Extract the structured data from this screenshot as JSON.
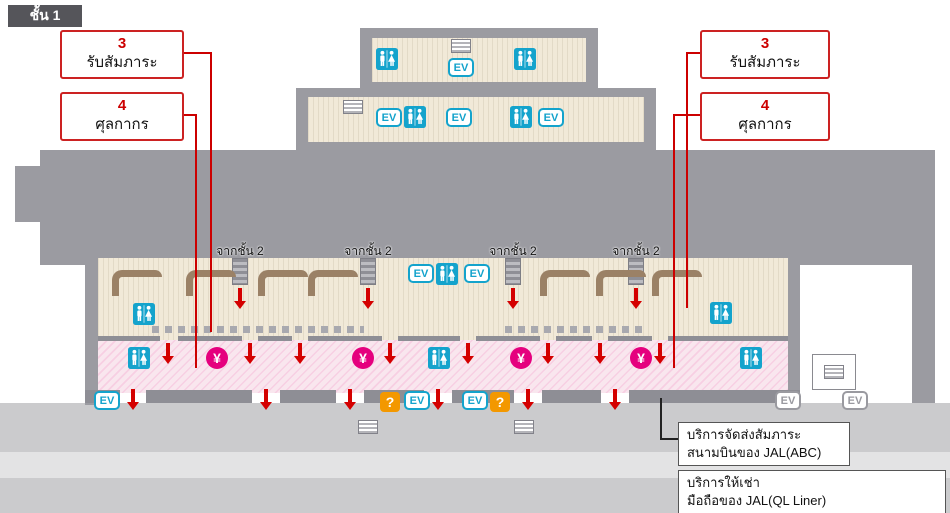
{
  "floor_badge": {
    "label": "ชั้น 1"
  },
  "legend": {
    "baggage_claim": {
      "number": "3",
      "label": "รับสัมภาระ"
    },
    "customs": {
      "number": "4",
      "label": "ศุลกากร"
    }
  },
  "map": {
    "from_floor_2": "จากชั้น 2"
  },
  "icons": {
    "elevator": "EV",
    "currency_exchange": "¥",
    "information": "?"
  },
  "info_boxes": {
    "baggage_delivery": {
      "line1": "บริการจัดส่งสัมภาระ",
      "line2": "สนามบินของ JAL(ABC)"
    },
    "phone_rental": {
      "line1": "บริการให้เช่า",
      "line2": "มือถือของ JAL(QL Liner)"
    }
  },
  "colors": {
    "accent_red": "#cc0000",
    "icon_blue": "#14a3cc",
    "currency_pink": "#e5007e",
    "info_orange": "#f39800",
    "building_gray": "#9b9ba1",
    "hall_cream": "#f1e9d8",
    "lobby_pink": "#f9e6ee",
    "carousel_brown": "#9b8166"
  }
}
